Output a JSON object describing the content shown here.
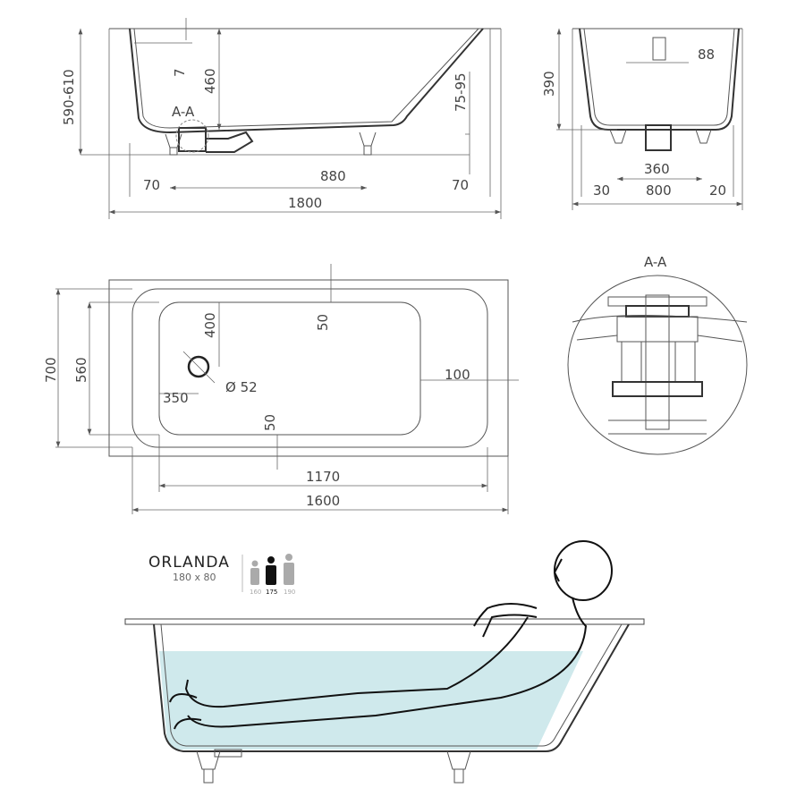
{
  "side_view": {
    "height_range": "590-610",
    "rim_offset": "7",
    "depth": "460",
    "section_label": "A-A",
    "drain_height": "75-95",
    "left_offset": "70",
    "leg_spacing": "880",
    "right_offset": "70",
    "length": "1800"
  },
  "end_view": {
    "depth": "390",
    "overflow": "88",
    "leg_spacing": "360",
    "left_offset": "30",
    "width": "800",
    "right_offset": "20"
  },
  "top_view": {
    "drain_from_top": "400",
    "top_margin": "50",
    "drain_diameter": "Ø 52",
    "drain_from_left": "350",
    "bottom_margin": "50",
    "right_margin": "100",
    "inner_width": "560",
    "outer_width": "700",
    "bottom_length": "1170",
    "inner_length": "1600"
  },
  "section_detail": {
    "title": "A-A"
  },
  "product": {
    "name": "ORLANDA",
    "size": "180 x 80",
    "heights": [
      "160",
      "175",
      "190"
    ],
    "water_color": "#cfe9ec"
  }
}
